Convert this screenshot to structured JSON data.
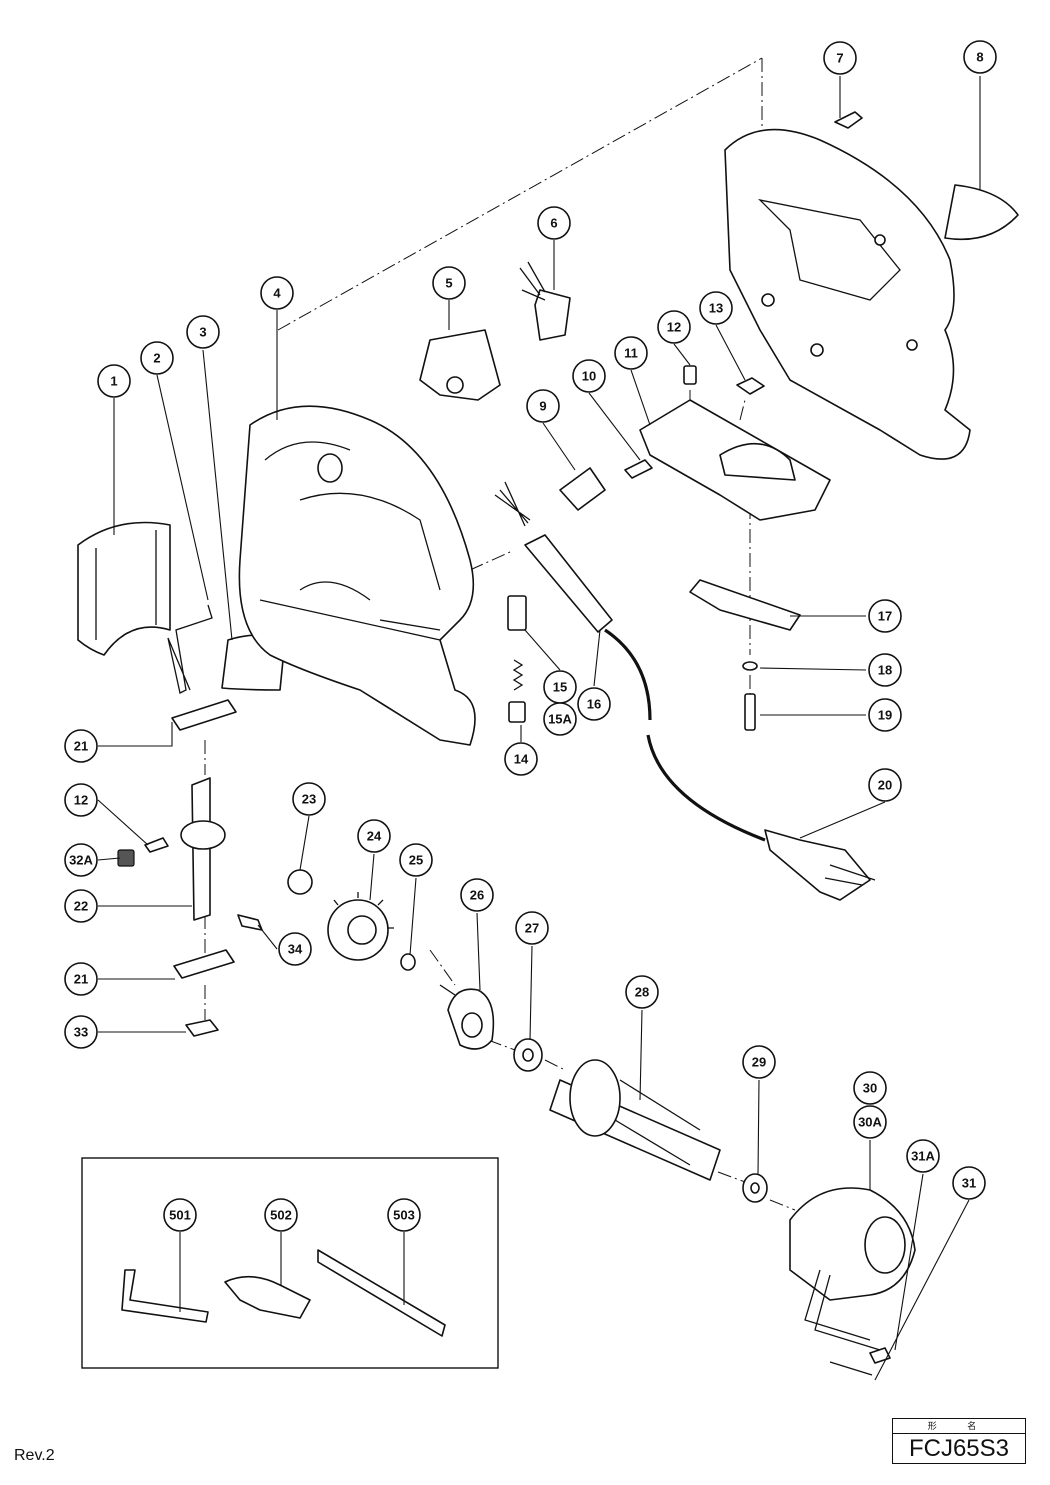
{
  "diagram": {
    "parts": [
      {
        "id": "1"
      },
      {
        "id": "2"
      },
      {
        "id": "3"
      },
      {
        "id": "4"
      },
      {
        "id": "5"
      },
      {
        "id": "6"
      },
      {
        "id": "7"
      },
      {
        "id": "8"
      },
      {
        "id": "9"
      },
      {
        "id": "10"
      },
      {
        "id": "11"
      },
      {
        "id": "12"
      },
      {
        "id": "13"
      },
      {
        "id": "14"
      },
      {
        "id": "15"
      },
      {
        "id": "15A"
      },
      {
        "id": "16"
      },
      {
        "id": "17"
      },
      {
        "id": "18"
      },
      {
        "id": "19"
      },
      {
        "id": "20"
      },
      {
        "id": "21"
      },
      {
        "id": "12"
      },
      {
        "id": "32A"
      },
      {
        "id": "22"
      },
      {
        "id": "21"
      },
      {
        "id": "33"
      },
      {
        "id": "23"
      },
      {
        "id": "34"
      },
      {
        "id": "24"
      },
      {
        "id": "25"
      },
      {
        "id": "26"
      },
      {
        "id": "27"
      },
      {
        "id": "28"
      },
      {
        "id": "29"
      },
      {
        "id": "30"
      },
      {
        "id": "30A"
      },
      {
        "id": "31A"
      },
      {
        "id": "31"
      },
      {
        "id": "501"
      },
      {
        "id": "502"
      },
      {
        "id": "503"
      }
    ]
  },
  "footer": {
    "revision": "Rev.2",
    "model_label": "形 名",
    "model": "FCJ65S3"
  }
}
